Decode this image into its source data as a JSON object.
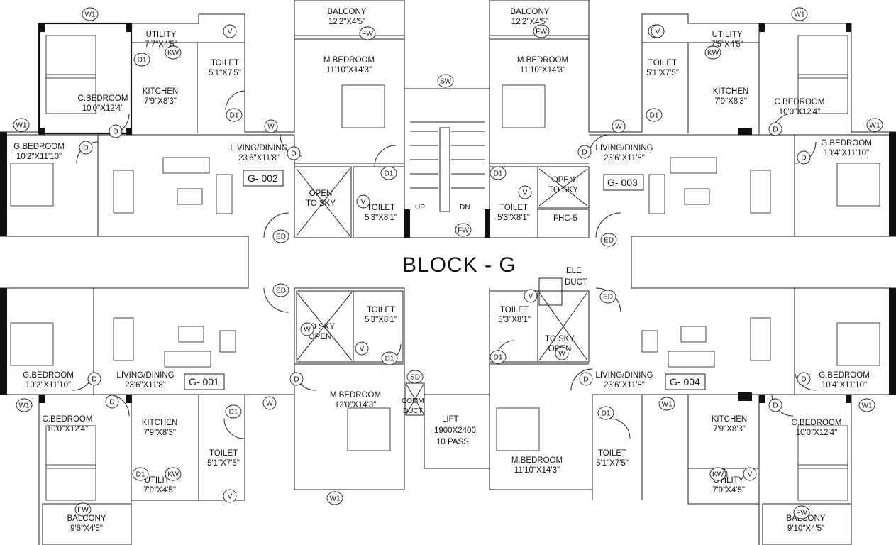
{
  "block_title": "BLOCK - G",
  "flats": [
    "G- 002",
    "G- 003",
    "G- 001",
    "G- 004"
  ],
  "rooms": [
    {
      "name": "UTILITY",
      "size": "7'7\"X4'5\""
    },
    {
      "name": "TOILET",
      "size": "5'1\"X7'5\""
    },
    {
      "name": "KITCHEN",
      "size": "7'9\"X8'3\""
    },
    {
      "name": "C.BEDROOM",
      "size": "10'0\"X12'4\""
    },
    {
      "name": "G.BEDROOM",
      "size": "10'2\"X11'10\""
    },
    {
      "name": "LIVING/DINING",
      "size": "23'6\"X11'8\""
    },
    {
      "name": "BALCONY",
      "size": "12'2\"X4'5\""
    },
    {
      "name": "M.BEDROOM",
      "size": "11'10\"X14'3\""
    },
    {
      "name": "OPEN",
      "size": "TO SKY"
    },
    {
      "name": "TOILET",
      "size": "5'3\"X8'1\""
    },
    {
      "name": "BALCONY",
      "size": "12'2\"X4'5\""
    },
    {
      "name": "M.BEDROOM",
      "size": "11'10\"X14'3\""
    },
    {
      "name": "OPEN",
      "size": "TO SKY"
    },
    {
      "name": "TOILET",
      "size": "5'3\"X8'1\""
    },
    {
      "name": "UTILITY",
      "size": "7'5\"X4'5\""
    },
    {
      "name": "TOILET",
      "size": "5'1\"X7'5\""
    },
    {
      "name": "KITCHEN",
      "size": "7'9\"X8'3\""
    },
    {
      "name": "C.BEDROOM",
      "size": "10'0\"X12'4\""
    },
    {
      "name": "LIVING/DINING",
      "size": "23'6\"X11'8\""
    },
    {
      "name": "G.BEDROOM",
      "size": "10'4\"X11'10\""
    },
    {
      "name": "G.BEDROOM",
      "size": "10'2\"X11'10\""
    },
    {
      "name": "LIVING/DINING",
      "size": "23'6\"X11'8\""
    },
    {
      "name": "C.BEDROOM",
      "size": "10'0\"X12'4\""
    },
    {
      "name": "KITCHEN",
      "size": "7'9\"X8'3\""
    },
    {
      "name": "TOILET",
      "size": "5'1\"X7'5\""
    },
    {
      "name": "UTILITY",
      "size": "7'9\"X4'5\""
    },
    {
      "name": "BALCONY",
      "size": "9'6\"X4'5\""
    },
    {
      "name": "TOILET",
      "size": "5'3\"X8'1\""
    },
    {
      "name": "TO SKY",
      "size": "OPEN"
    },
    {
      "name": "M.BEDROOM",
      "size": "12'0\"X14'3\""
    },
    {
      "name": "TOILET",
      "size": "5'3\"X8'1\""
    },
    {
      "name": "TO SKY",
      "size": "OPEN"
    },
    {
      "name": "M.BEDROOM",
      "size": "11'10\"X14'3\""
    },
    {
      "name": "TOILET",
      "size": "5'1\"X7'5\""
    },
    {
      "name": "LIVING/DINING",
      "size": "23'6\"X11'8\""
    },
    {
      "name": "G.BEDROOM",
      "size": "10'4\"X11'10\""
    },
    {
      "name": "KITCHEN",
      "size": "7'9\"X8'3\""
    },
    {
      "name": "C.BEDROOM",
      "size": "10'0\"X12'4\""
    },
    {
      "name": "UTILITY",
      "size": "7'9\"X4'5\""
    },
    {
      "name": "BALCONY",
      "size": "9'10\"X4'5\""
    }
  ],
  "core": {
    "lift_lines": [
      "LIFT",
      "1900X2400",
      "10 PASS"
    ],
    "ele_duct": [
      "ELE",
      "DUCT"
    ],
    "comm_duct": [
      "COMM",
      "DUCT"
    ],
    "fhc": "FHC-5",
    "up": "UP",
    "dn": "DN"
  },
  "tags": {
    "w1": "W1",
    "w": "W",
    "d": "D",
    "d1": "D1",
    "kw": "KW",
    "v": "V",
    "fw": "FW",
    "sw": "SW",
    "ed": "ED",
    "sd": "SD"
  }
}
